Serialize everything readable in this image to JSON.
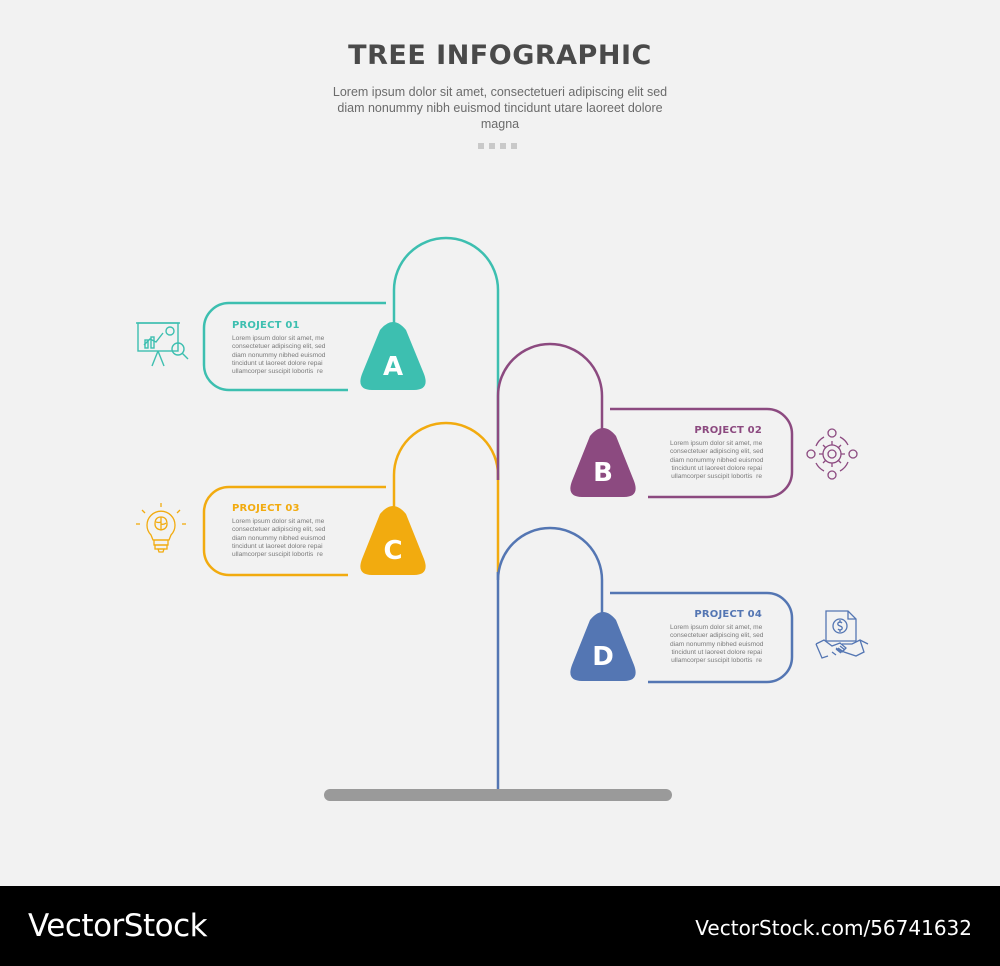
{
  "header": {
    "title": "TREE INFOGRAPHIC",
    "subtitle": "Lorem ipsum dolor sit amet, consectetueri adipiscing elit sed diam nonummy nibh euismod tincidunt utare laoreet dolore magna"
  },
  "colors": {
    "teal": "#3dbfb0",
    "purple": "#8c4a80",
    "yellow": "#f2ab0f",
    "blue": "#5476b3",
    "ground": "#9a9a9a"
  },
  "branches": [
    {
      "letter": "A",
      "title": "PROJECT 01",
      "body": "Lorem ipsum dolor sit amet, me\nconsectetuer adipiscing elit, sed\ndiam nonummy nibhed euismod\ntincidunt ut laoreet dolore repai\nullamcorper suscipit lobortis  re",
      "icon": "presentation-chart-icon"
    },
    {
      "letter": "B",
      "title": "PROJECT 02",
      "body": "Lorem ipsum dolor sit amet, me\nconsectetuer adipiscing elit, sed\ndiam nonummy nibhed euismod\ntincidunt ut laoreet dolore repai\nullamcorper suscipit lobortis  re",
      "icon": "gear-cycle-icon"
    },
    {
      "letter": "C",
      "title": "PROJECT 03",
      "body": "Lorem ipsum dolor sit amet, me\nconsectetuer adipiscing elit, sed\ndiam nonummy nibhed euismod\ntincidunt ut laoreet dolore repai\nullamcorper suscipit lobortis  re",
      "icon": "lightbulb-brain-icon"
    },
    {
      "letter": "D",
      "title": "PROJECT 04",
      "body": "Lorem ipsum dolor sit amet, me\nconsectetuer adipiscing elit, sed\ndiam nonummy nibhed euismod\ntincidunt ut laoreet dolore repai\nullamcorper suscipit lobortis  re",
      "icon": "handshake-dollar-icon"
    }
  ],
  "footer": {
    "brand": "VectorStock",
    "url": "VectorStock.com/56741632"
  }
}
